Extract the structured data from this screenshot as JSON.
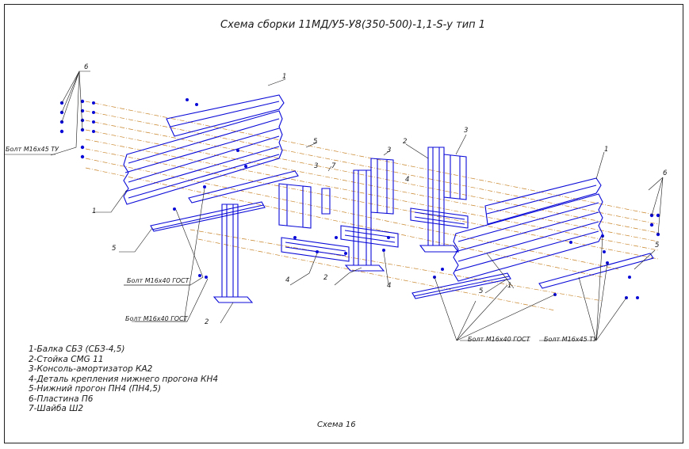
{
  "title": "Схема сборки 11МД/У5-У8(350-500)-1,1-S-у  тип 1",
  "caption": "Схема 16",
  "legend": [
    "1-Балка СБЗ (СБЗ-4,5)",
    "2-Стойка СМG 11",
    "3-Консоль-амортизатор КА2",
    "4-Деталь крепления нижнего прогона КН4",
    "5-Нижний прогон ПН4 (ПН4,5)",
    "6-Пластина П6",
    "7-Шайба Ш2"
  ],
  "bolt_labels": {
    "tu_left": "Болт М16х45 ТУ",
    "gost_1": "Болт М16х40 ГОСТ",
    "gost_2": "Болт М16х40 ГОСТ",
    "gost_3": "Болт М16х40 ГОСТ",
    "tu_right": "Болт М16х45 ТУ"
  },
  "part_numbers": {
    "p1_top": "1",
    "p1_left": "1",
    "p1_right_top": "1",
    "p1_right_bottom": "1",
    "p2_left": "2",
    "p2_mid": "2",
    "p2_right": "2",
    "p3_left": "3",
    "p3_mid": "3",
    "p3_right": "3",
    "p4_left": "4",
    "p4_mid": "4",
    "p4_right": "4",
    "p5_left": "5",
    "p5_top": "5",
    "p5_mid": "5",
    "p5_right": "5",
    "p6_left": "6",
    "p6_right": "6",
    "p7": "7"
  },
  "colors": {
    "line": "#1a1a1a",
    "part": "#0a0ad8",
    "axis": "#c8852a"
  }
}
